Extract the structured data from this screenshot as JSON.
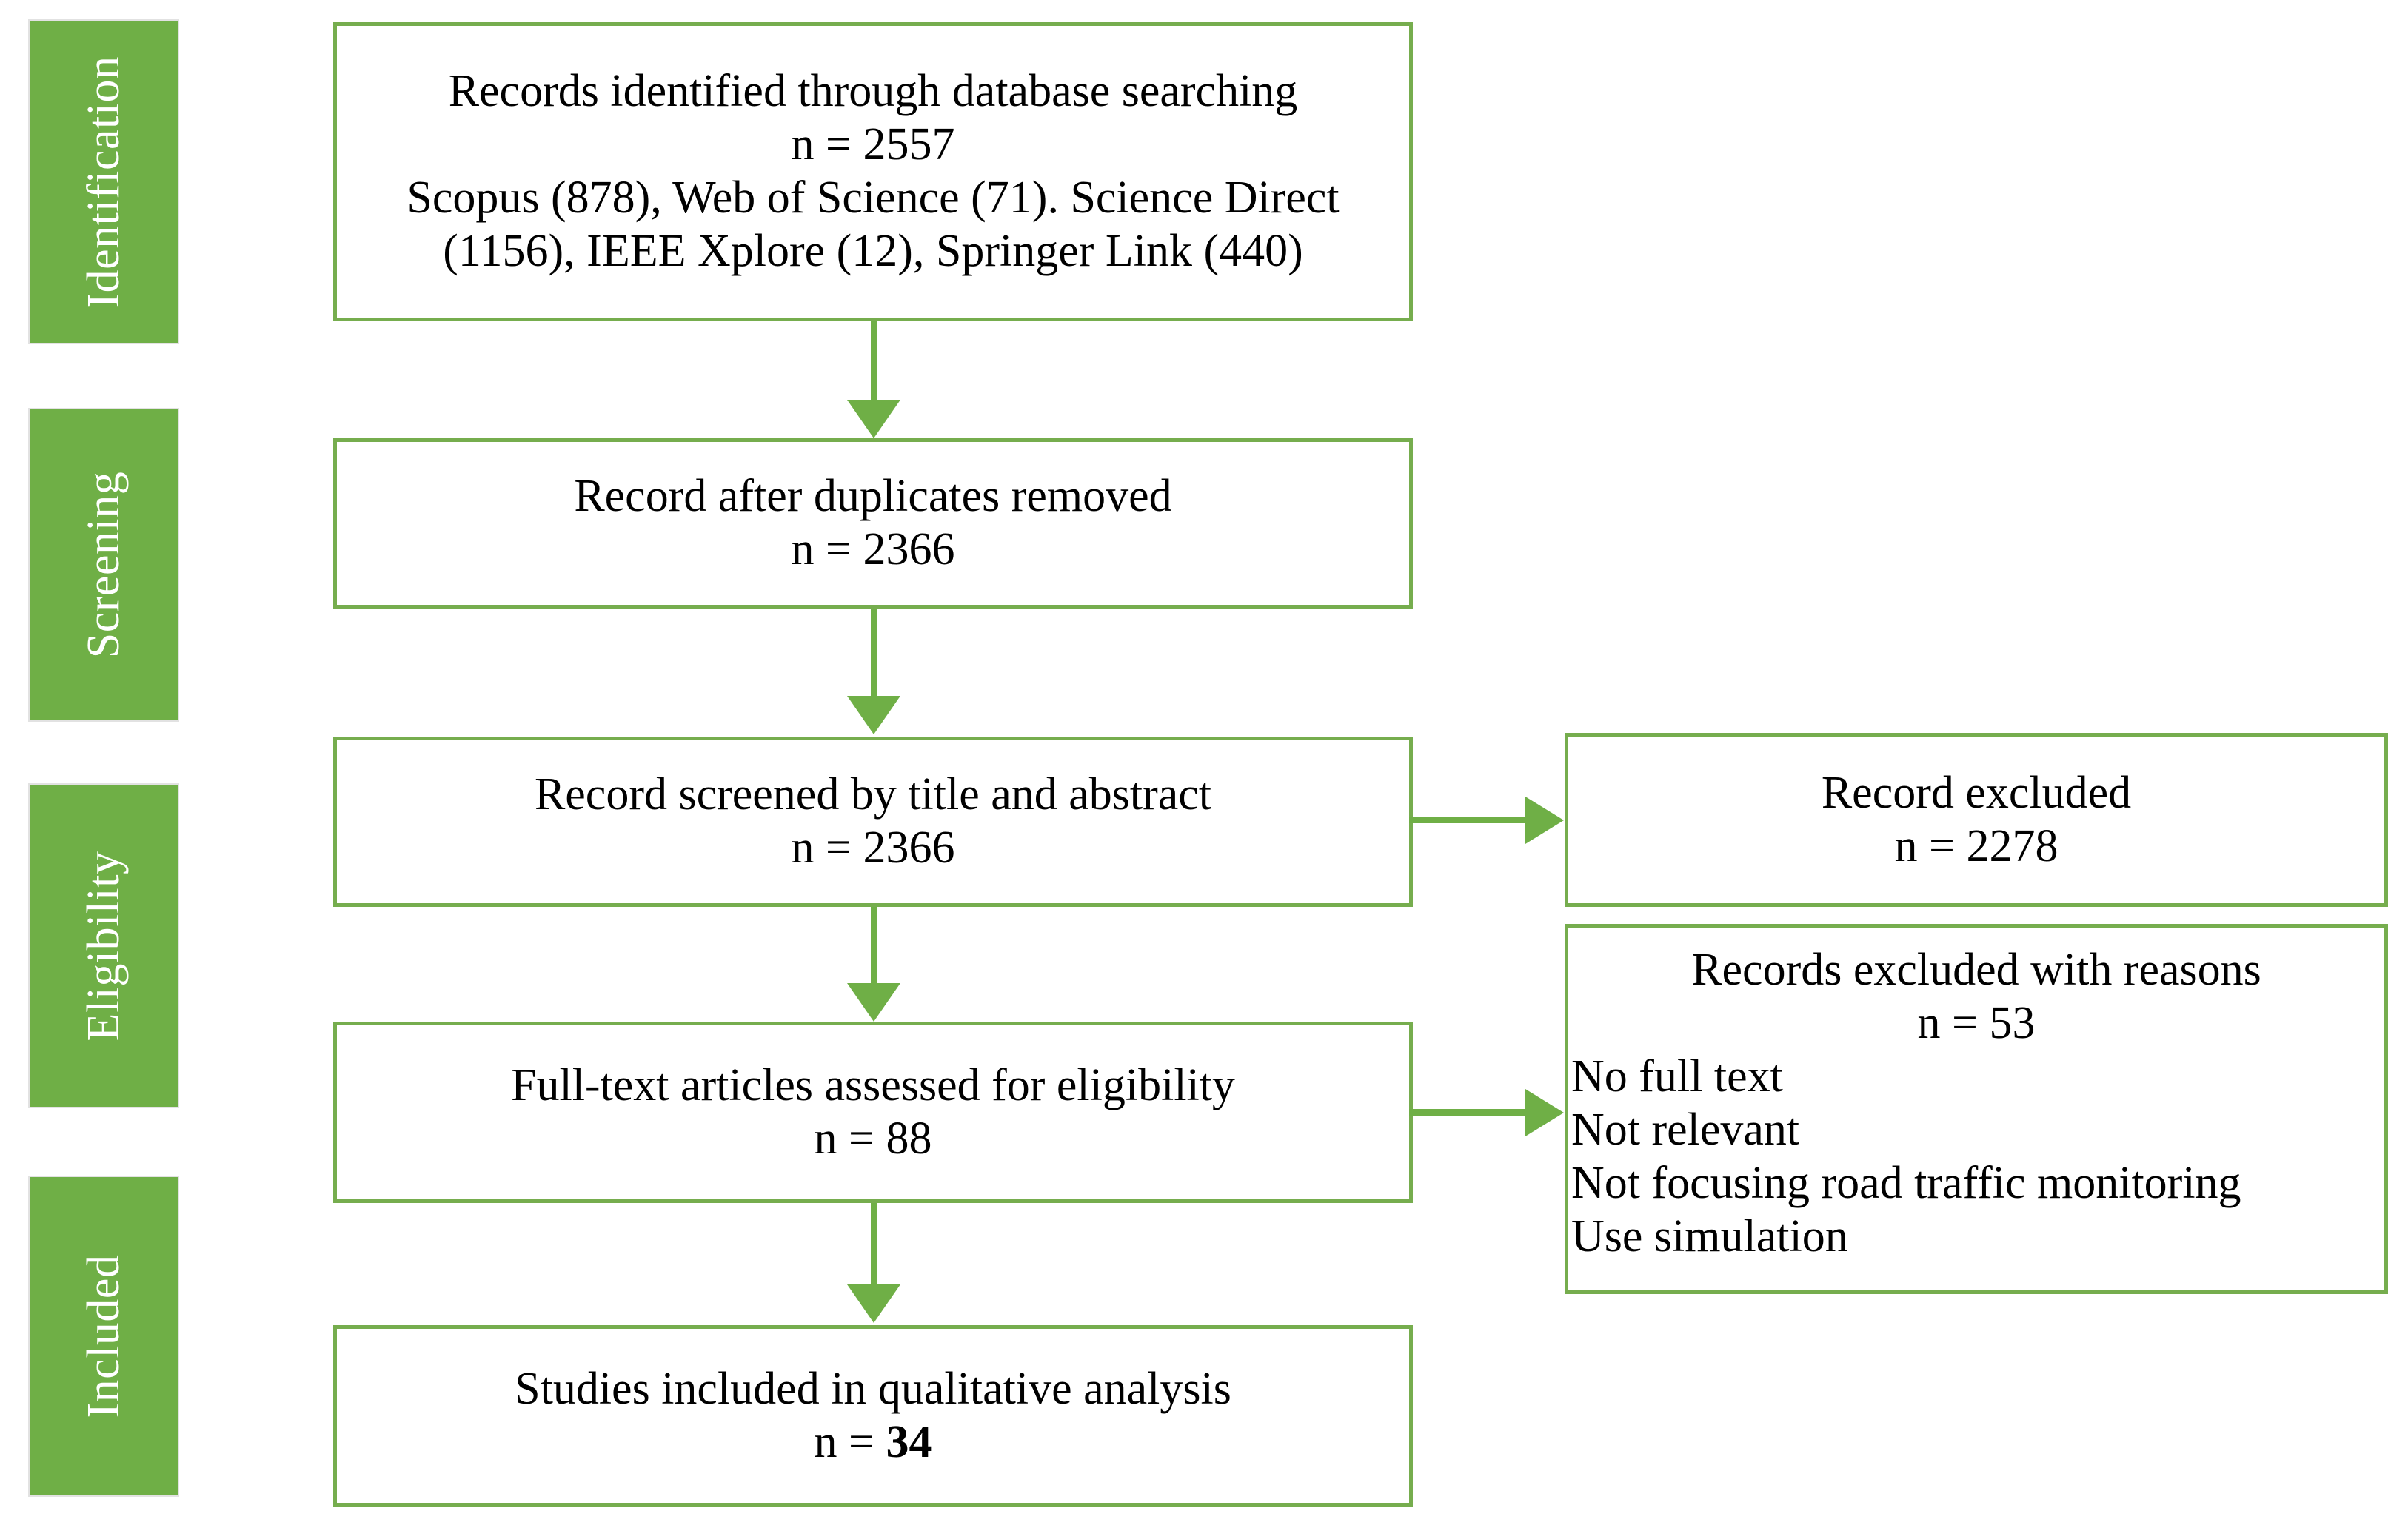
{
  "diagram": {
    "title": "PRISMA flow diagram",
    "accent_color": "#6FAF46",
    "border_color": "#76AD4E",
    "box_fill": "#ffffff",
    "label_color": "#ffffff"
  },
  "stages": [
    {
      "id": "identification",
      "label": "Identification"
    },
    {
      "id": "screening",
      "label": "Screening"
    },
    {
      "id": "eligibility",
      "label": "Eligibility"
    },
    {
      "id": "included",
      "label": "Included"
    }
  ],
  "boxes": {
    "identified": {
      "line1": "Records identified through database searching",
      "line2": "n = 2557",
      "line3": "Scopus (878), Web of Science (71). Science Direct",
      "line4": "(1156), IEEE Xplore (12), Springer Link (440)"
    },
    "duplicates_removed": {
      "line1": "Record after duplicates removed",
      "line2": "n = 2366"
    },
    "screened": {
      "line1": "Record screened by title and abstract",
      "line2": "n = 2366"
    },
    "fulltext_assessed": {
      "line1": "Full-text articles assessed for eligibility",
      "line2": "n = 88"
    },
    "included_studies": {
      "line1": "Studies included in qualitative analysis",
      "line2_prefix": "n = ",
      "line2_value": "34"
    },
    "record_excluded": {
      "line1": "Record excluded",
      "line2": "n = 2278"
    },
    "excluded_reasons": {
      "line1": "Records excluded with reasons",
      "line2": "n = 53",
      "reasons": [
        "No full text",
        "Not relevant",
        "Not focusing road traffic monitoring",
        "Use simulation"
      ]
    }
  },
  "connectors": [
    {
      "id": "identified-to-duplicates",
      "type": "arrow-down"
    },
    {
      "id": "duplicates-to-screened",
      "type": "arrow-down"
    },
    {
      "id": "screened-to-fulltext",
      "type": "arrow-down"
    },
    {
      "id": "fulltext-to-included",
      "type": "arrow-down"
    },
    {
      "id": "screened-to-excluded",
      "type": "arrow-right"
    },
    {
      "id": "fulltext-to-reasons",
      "type": "arrow-right"
    }
  ]
}
